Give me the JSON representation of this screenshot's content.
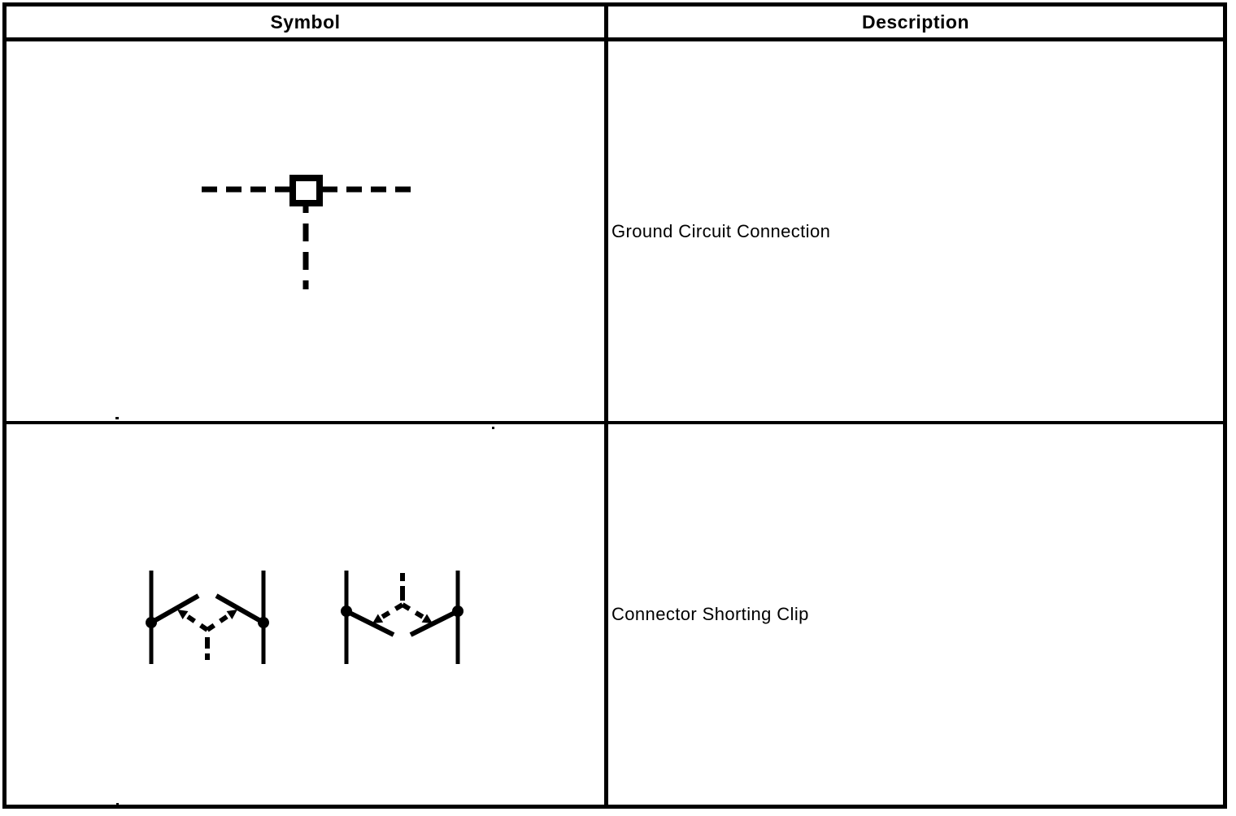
{
  "colors": {
    "background": "#ffffff",
    "line": "#000000"
  },
  "table": {
    "headers": {
      "symbol": "Symbol",
      "description": "Description"
    },
    "rows": [
      {
        "symbol_name": "ground-circuit-connection-symbol",
        "description": "Ground Circuit Connection"
      },
      {
        "symbol_name": "connector-shorting-clip-symbol",
        "description": "Connector Shorting Clip"
      }
    ]
  }
}
